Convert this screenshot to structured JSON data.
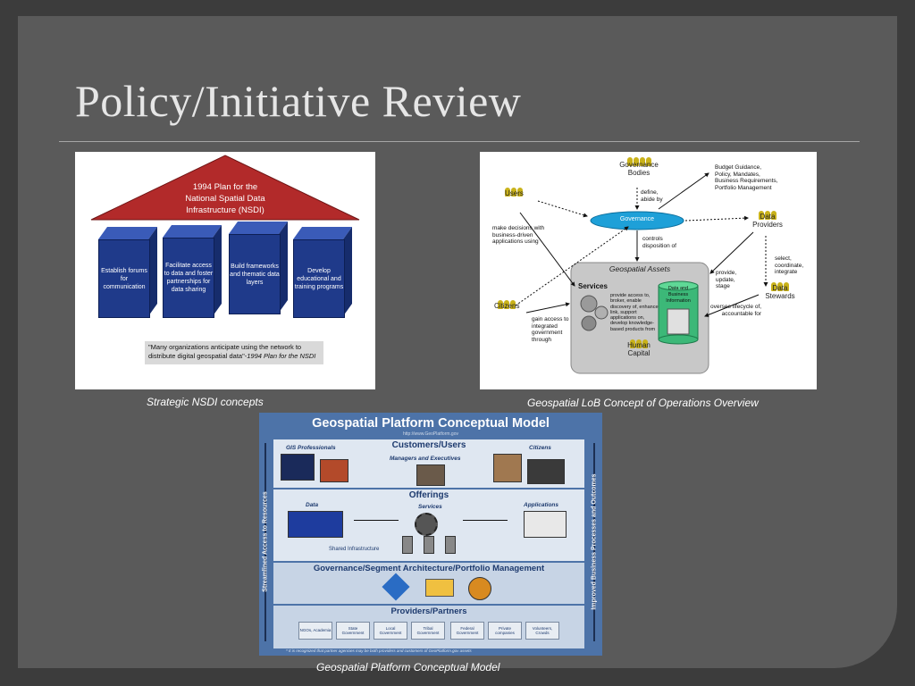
{
  "slide": {
    "title": "Policy/Initiative Review"
  },
  "captions": {
    "nsdi": "Strategic NSDI concepts",
    "lob": "Geospatial LoB Concept of Operations Overview",
    "platform": "Geospatial Platform Conceptual Model"
  },
  "nsdi": {
    "roof_text": [
      "1994 Plan for the",
      "National Spatial Data",
      "Infrastructure (NSDI)"
    ],
    "pillars": [
      "Establish forums for communication",
      "Facilitate access to data and foster partnerships for data sharing",
      "Build frameworks and thematic data layers",
      "Develop educational and training programs"
    ],
    "quote_main": "\"Many organizations anticipate using the network to distribute digital geospatial data\"-",
    "quote_source": "1994 Plan for the NSDI"
  },
  "lob": {
    "governance_bodies": "Governance Bodies",
    "budget_note": [
      "Budget Guidance,",
      "Policy, Mandates,",
      "Business Requirements,",
      "Portfolio Management"
    ],
    "users": "Users",
    "define": [
      "define,",
      "abide by"
    ],
    "governance": "Governance",
    "data_providers": "Data Providers",
    "make_decisions": [
      "make decisions with",
      "business-driven",
      "applications using"
    ],
    "controls": [
      "controls",
      "disposition of"
    ],
    "select": [
      "select,",
      "coordinate,",
      "integrate"
    ],
    "geospatial_assets": "Geospatial Assets",
    "services": "Services",
    "services_desc": [
      "provide access to,",
      "broker, enable",
      "discovery of, enhance",
      "link, support",
      "applications on,",
      "develop knowledge-",
      "based products from"
    ],
    "data_info": "Data and Business Information",
    "provide": [
      "provide,",
      "update,",
      "stage"
    ],
    "data_stewards": "Data Stewards",
    "oversee": [
      "oversee lifecycle of,",
      "accountable for"
    ],
    "citizens": "Citizens",
    "gain_access": [
      "gain access to",
      "integrated",
      "government",
      "through"
    ],
    "human_capital": "Human Capital"
  },
  "platform": {
    "title": "Geospatial Platform Conceptual Model",
    "subtitle": "http://www.GeoPlatform.gov",
    "left_axis": "Streamlined Access to Resources",
    "right_axis": "Improved Business Processes and Outcomes",
    "customers": {
      "title": "Customers/Users",
      "gis": "GIS Professionals",
      "managers": "Managers and Executives",
      "citizens": "Citizens"
    },
    "offerings": {
      "title": "Offerings",
      "data": "Data",
      "services": "Services",
      "applications": "Applications",
      "shared": "Shared Infrastructure"
    },
    "governance": {
      "title": "Governance/Segment Architecture/Portfolio Management"
    },
    "providers": {
      "title": "Providers/Partners",
      "items": [
        "NGOs, Academia",
        "State Government",
        "Local Government",
        "Tribal Government",
        "Federal Government",
        "Private companies",
        "Volunteers, Crowds"
      ],
      "footnote": "* It is recognized that partner agencies may be both providers and customers of GeoPlatform.gov assets"
    }
  }
}
